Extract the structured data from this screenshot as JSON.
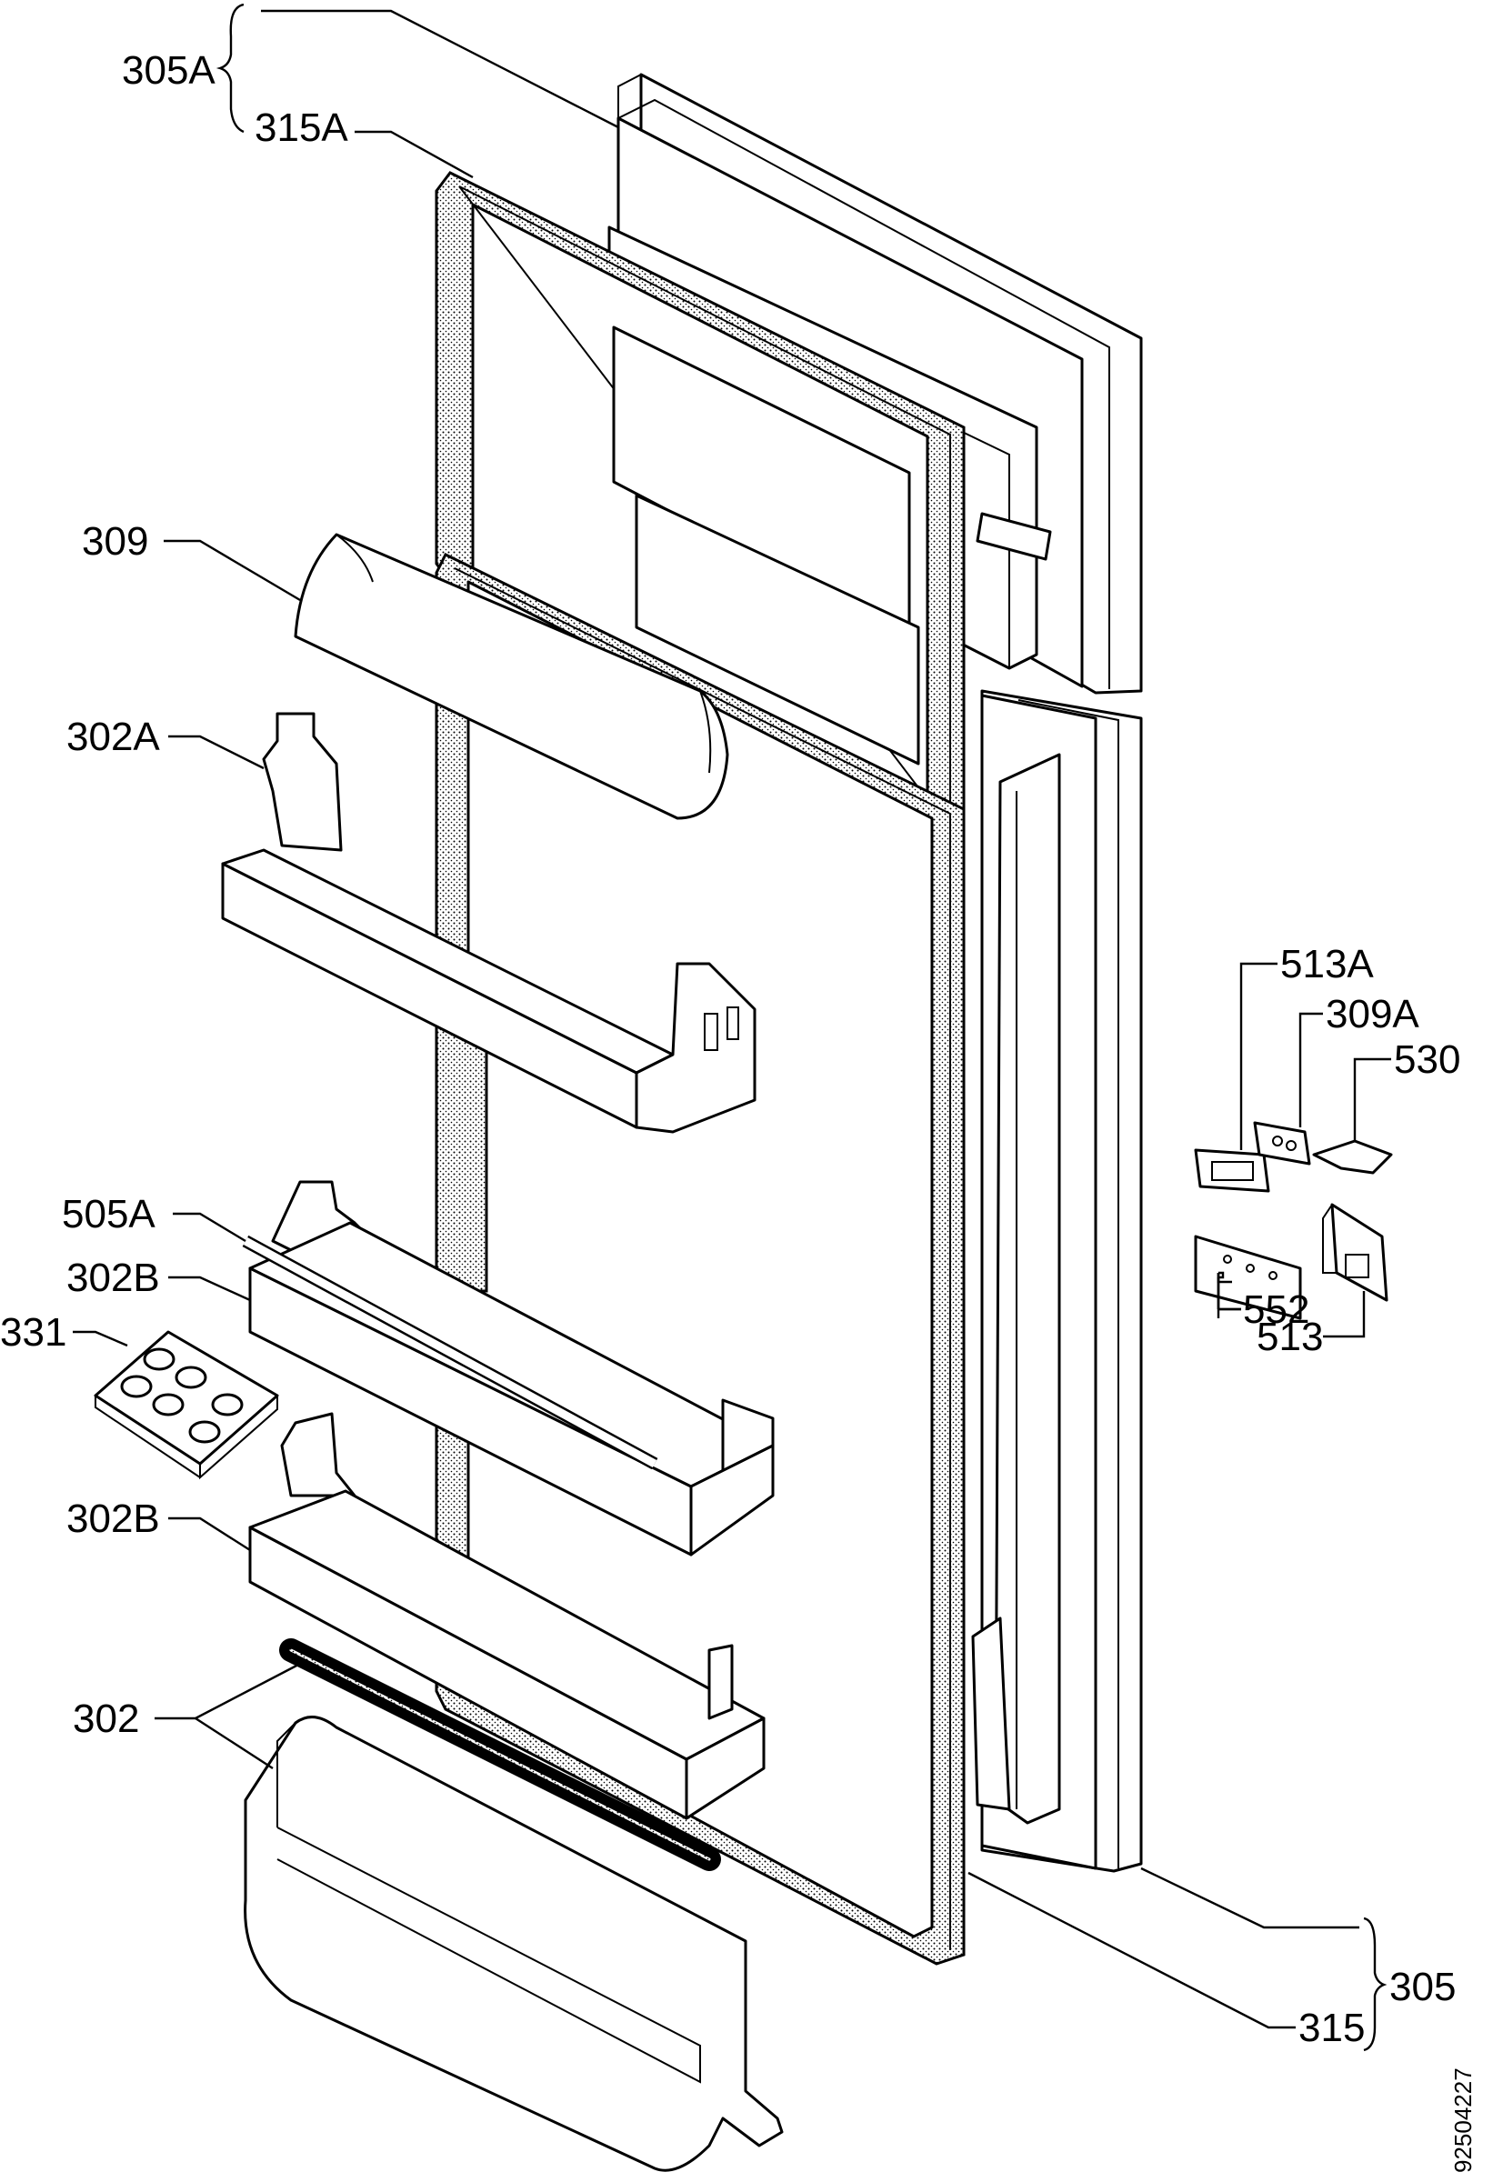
{
  "labels": {
    "l305A": "305A",
    "l315A": "315A",
    "l309": "309",
    "l302A": "302A",
    "l505A": "505A",
    "l302B_1": "302B",
    "l331": "331",
    "l302B_2": "302B",
    "l302": "302",
    "l513A": "513A",
    "l309A": "309A",
    "l530": "530",
    "l552": "552",
    "l513": "513",
    "l305": "305",
    "l315": "315"
  },
  "drawing_number": "92504227"
}
